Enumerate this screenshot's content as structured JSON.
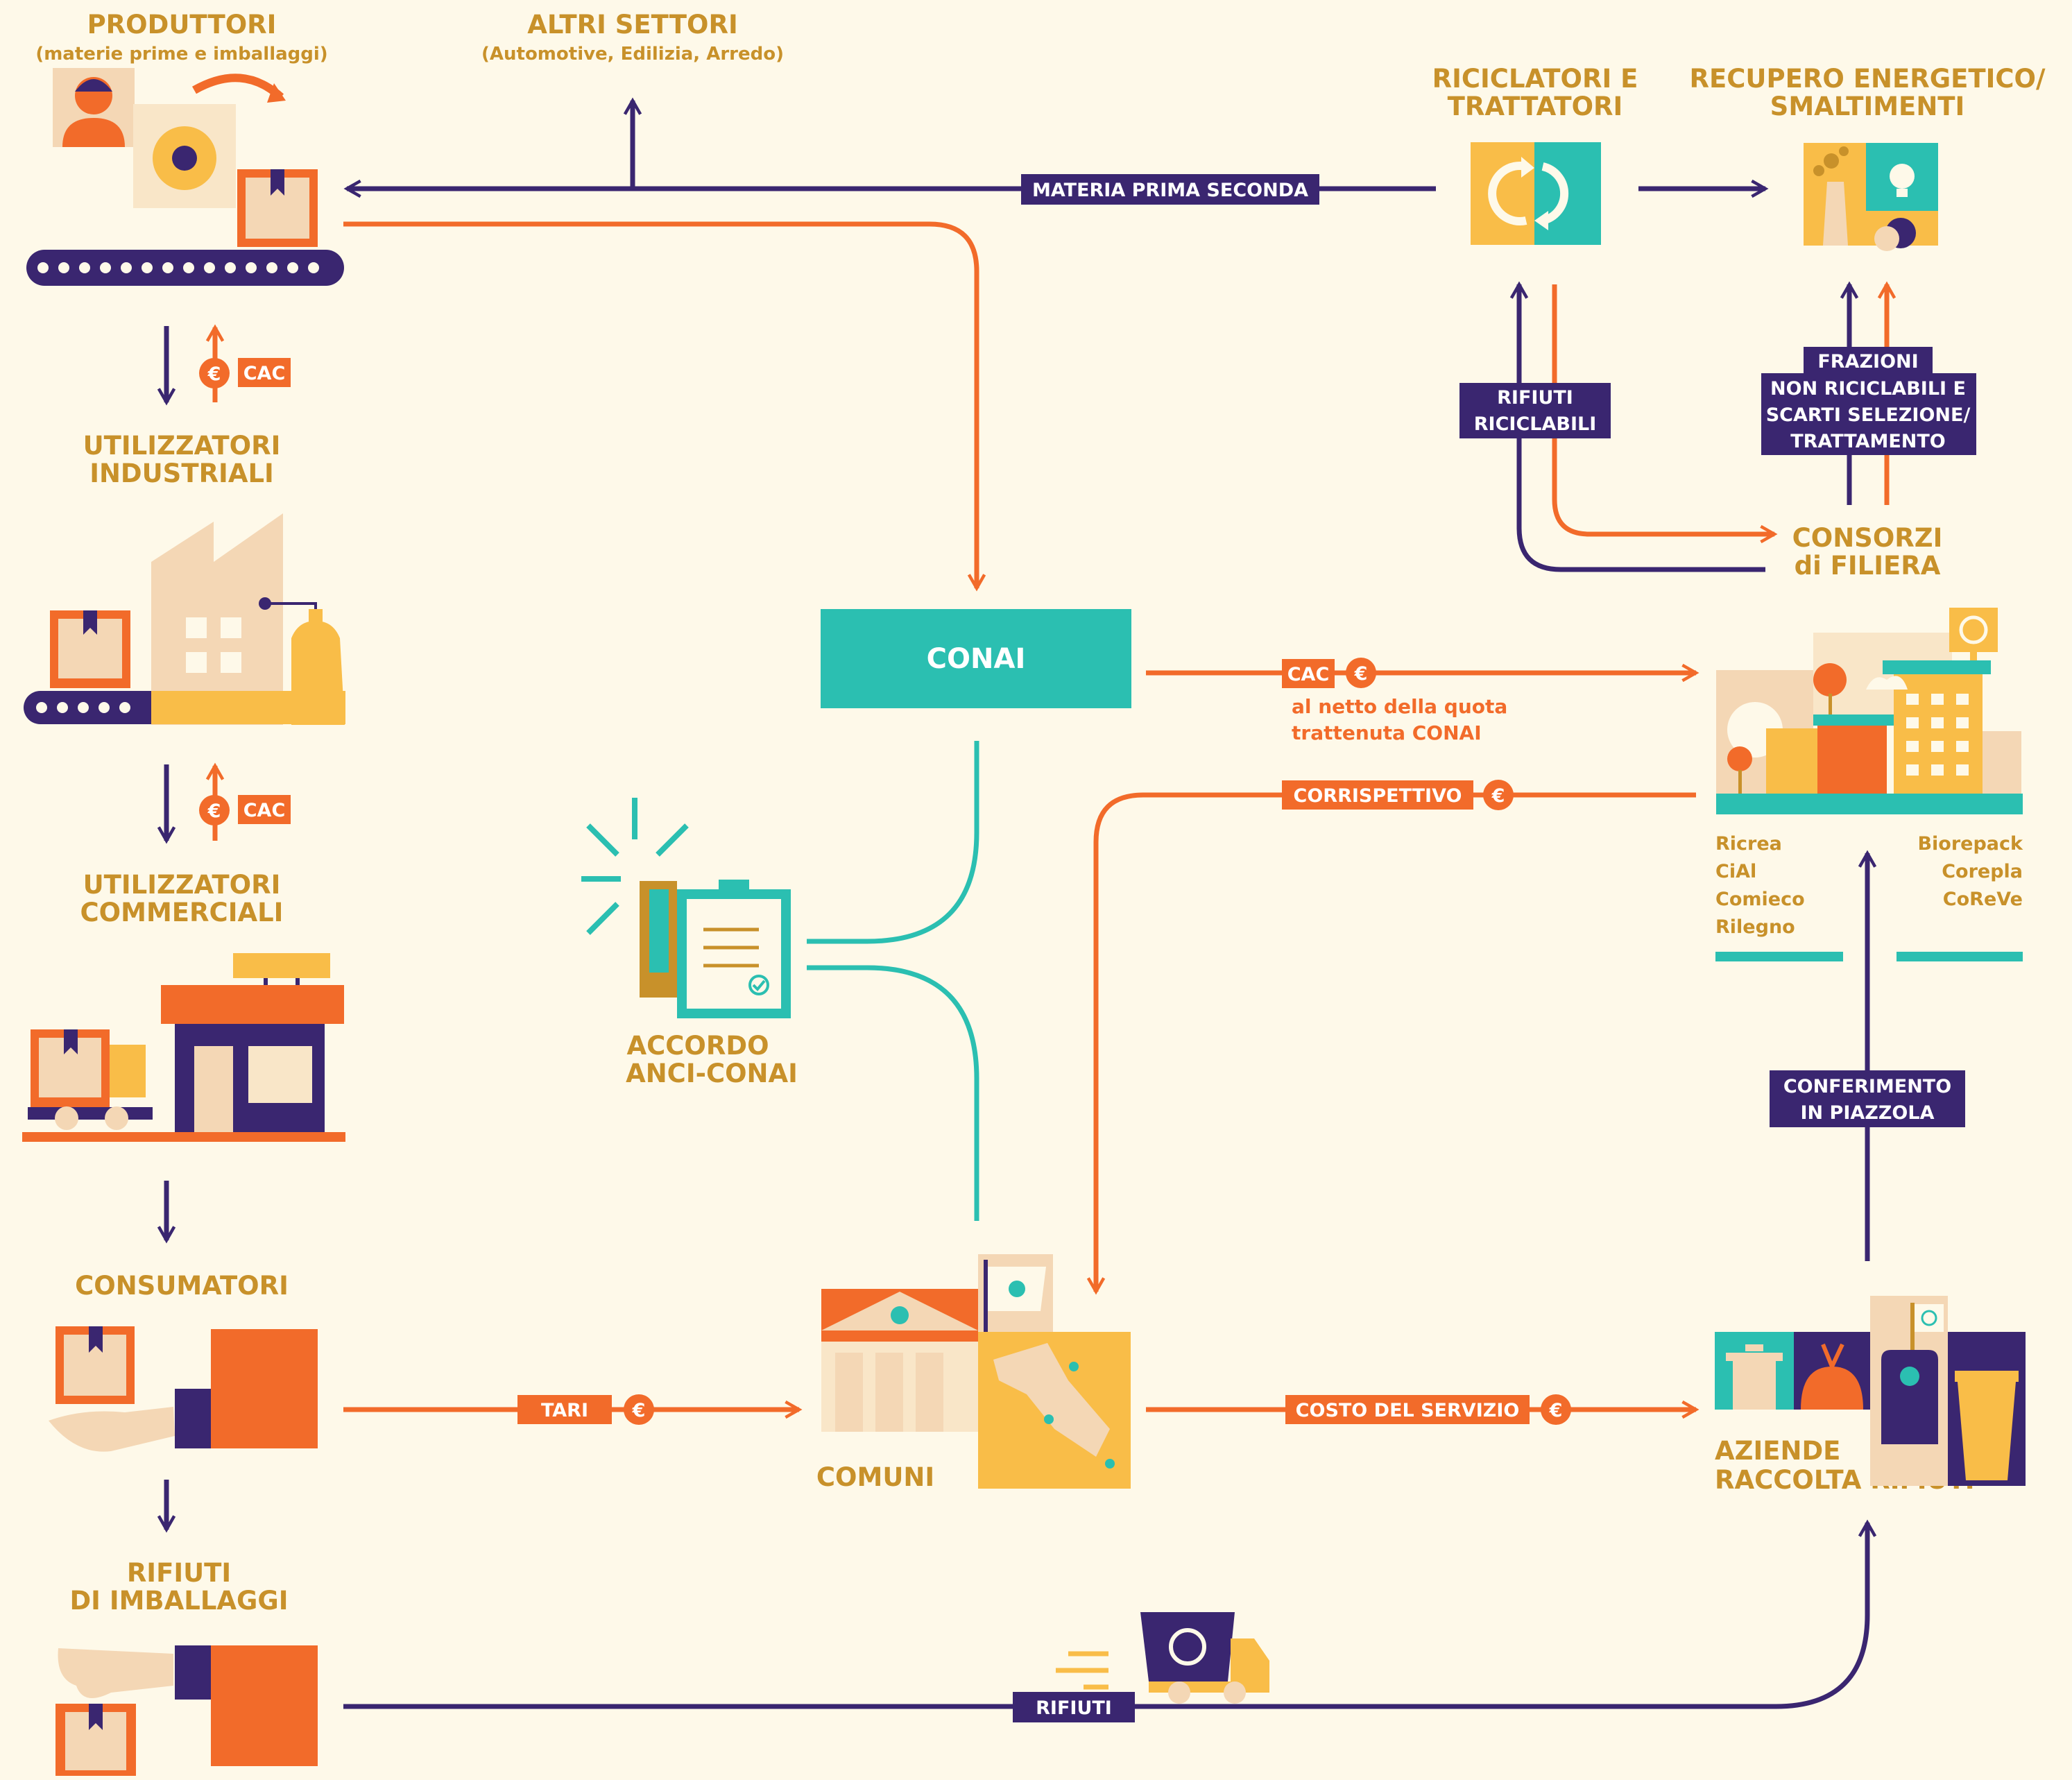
{
  "nodes": {
    "produttori": {
      "title": "PRODUTTORI",
      "subtitle": "(materie prime e imballaggi)"
    },
    "altri_settori": {
      "title": "ALTRI SETTORI",
      "subtitle": "(Automotive, Edilizia, Arredo)"
    },
    "riciclatori": {
      "line1": "RICICLATORI E",
      "line2": "TRATTATORI"
    },
    "recupero": {
      "line1": "RECUPERO ENERGETICO/",
      "line2": "SMALTIMENTI"
    },
    "utilizzatori_industriali": {
      "line1": "UTILIZZATORI",
      "line2": "INDUSTRIALI"
    },
    "utilizzatori_commerciali": {
      "line1": "UTILIZZATORI",
      "line2": "COMMERCIALI"
    },
    "consumatori": {
      "title": "CONSUMATORI"
    },
    "rifiuti_imballaggi": {
      "line1": "RIFIUTI",
      "line2": "DI IMBALLAGGI"
    },
    "conai": {
      "title": "CONAI"
    },
    "accordo": {
      "line1": "ACCORDO",
      "line2": "ANCI-CONAI"
    },
    "comuni": {
      "title": "COMUNI"
    },
    "consorzi": {
      "line1": "CONSORZI",
      "line2": "di FILIERA"
    },
    "aziende": {
      "line1": "AZIENDE",
      "line2": "RACCOLTA RIFIUTI"
    }
  },
  "consortia": {
    "left": [
      "Ricrea",
      "CiAl",
      "Comieco",
      "Rilegno"
    ],
    "right": [
      "Biorepack",
      "Corepla",
      "CoReVe"
    ]
  },
  "flows": {
    "materia_prima_seconda": "MATERIA PRIMA SECONDA",
    "cac": "CAC",
    "euro": "€",
    "cac_note_line1": "al netto della quota",
    "cac_note_line2": "trattenuta CONAI",
    "corrispettivo": "CORRISPETTIVO",
    "tari": "TARI",
    "costo_servizio": "COSTO DEL SERVIZIO",
    "rifiuti": "RIFIUTI",
    "rifiuti_riciclabili": [
      "RIFIUTI",
      "RICICLABILI"
    ],
    "frazioni": [
      "FRAZIONI",
      "NON RICICLABILI E",
      "SCARTI SELEZIONE/",
      "TRATTAMENTO"
    ],
    "conferimento": [
      "CONFERIMENTO",
      "IN PIAZZOLA"
    ]
  },
  "colors": {
    "background": "#fef9e9",
    "navy": "#3a2670",
    "orange": "#f26b2a",
    "teal": "#2bbfb1",
    "gold": "#c8912a",
    "yellow": "#f9bd48",
    "peach": "#f4d7b5"
  }
}
